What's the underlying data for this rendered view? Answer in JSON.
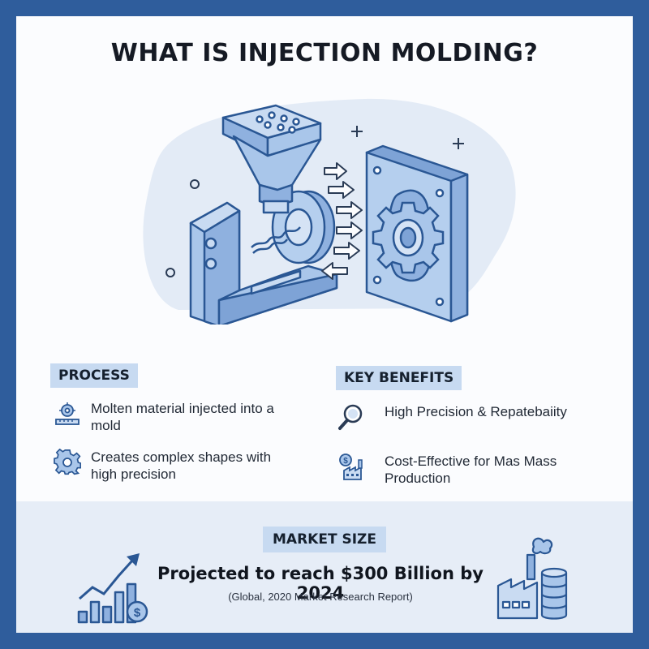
{
  "title": "WHAT IS INJECTION MOLDING?",
  "process": {
    "label": "PROCESS",
    "items": [
      {
        "text": "Molten material injected into a mold",
        "icon": "gear-ruler-icon"
      },
      {
        "text": "Creates complex shapes with high precision",
        "icon": "gear-icon"
      }
    ]
  },
  "benefits": {
    "label": "KEY BENEFITS",
    "items": [
      {
        "text": "High Precision & Repatebaiity",
        "icon": "magnifier-icon"
      },
      {
        "text": "Cost-Effective for Mas Mass Production",
        "icon": "dollar-factory-icon"
      }
    ]
  },
  "market": {
    "label": "MARKET SIZE",
    "headline": "Projected to reach $300 Billion by 2024",
    "source": "(Global, 2020 Market Research Report)"
  },
  "colors": {
    "frame": "#2f5d9c",
    "accent_fill": "#a9c6ea",
    "accent_stroke": "#2a5794",
    "label_bg": "#c7daf1"
  }
}
